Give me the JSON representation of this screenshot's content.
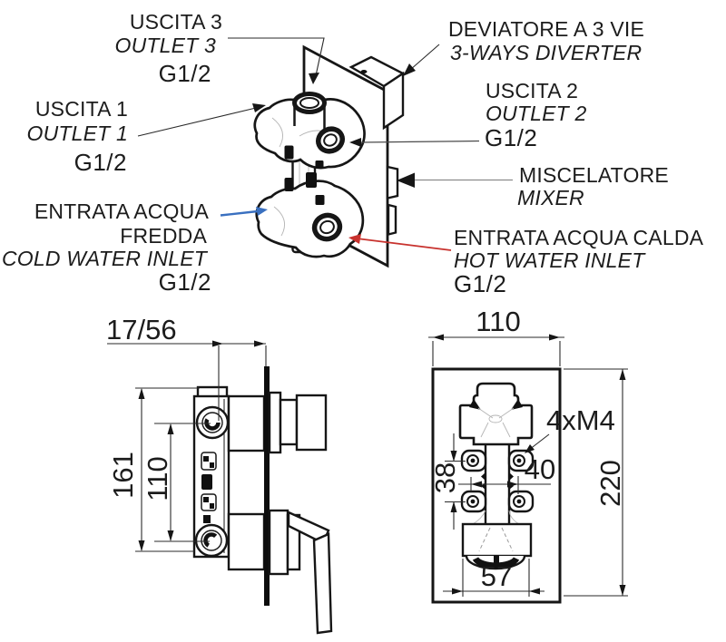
{
  "annotations": {
    "outlet3": {
      "line1": "USCITA 3",
      "line2": "OUTLET 3",
      "line3": "G1/2"
    },
    "outlet1": {
      "line1": "USCITA 1",
      "line2": "OUTLET 1",
      "line3": "G1/2"
    },
    "diverter": {
      "line1": "DEVIATORE A 3 VIE",
      "line2": "3-WAYS DIVERTER"
    },
    "outlet2": {
      "line1": "USCITA 2",
      "line2": "OUTLET 2",
      "line3": "G1/2"
    },
    "mixer": {
      "line1": "MISCELATORE",
      "line2": "MIXER"
    },
    "cold": {
      "line1": "ENTRATA ACQUA",
      "line2": "FREDDA",
      "line3": "COLD WATER INLET",
      "line4": "G1/2"
    },
    "hot": {
      "line1": "ENTRATA ACQUA CALDA",
      "line2": "HOT WATER INLET",
      "line3": "G1/2"
    }
  },
  "dimensions": {
    "side": {
      "depth": "17/56",
      "total_height": "161",
      "port_spacing": "110"
    },
    "front": {
      "width": "110",
      "height": "220",
      "screws": "4xM4",
      "screw_h": "40",
      "screw_v": "38",
      "body_width": "57"
    }
  },
  "colors": {
    "cold": "#3a70c0",
    "hot": "#c8322e",
    "ink": "#161616"
  }
}
